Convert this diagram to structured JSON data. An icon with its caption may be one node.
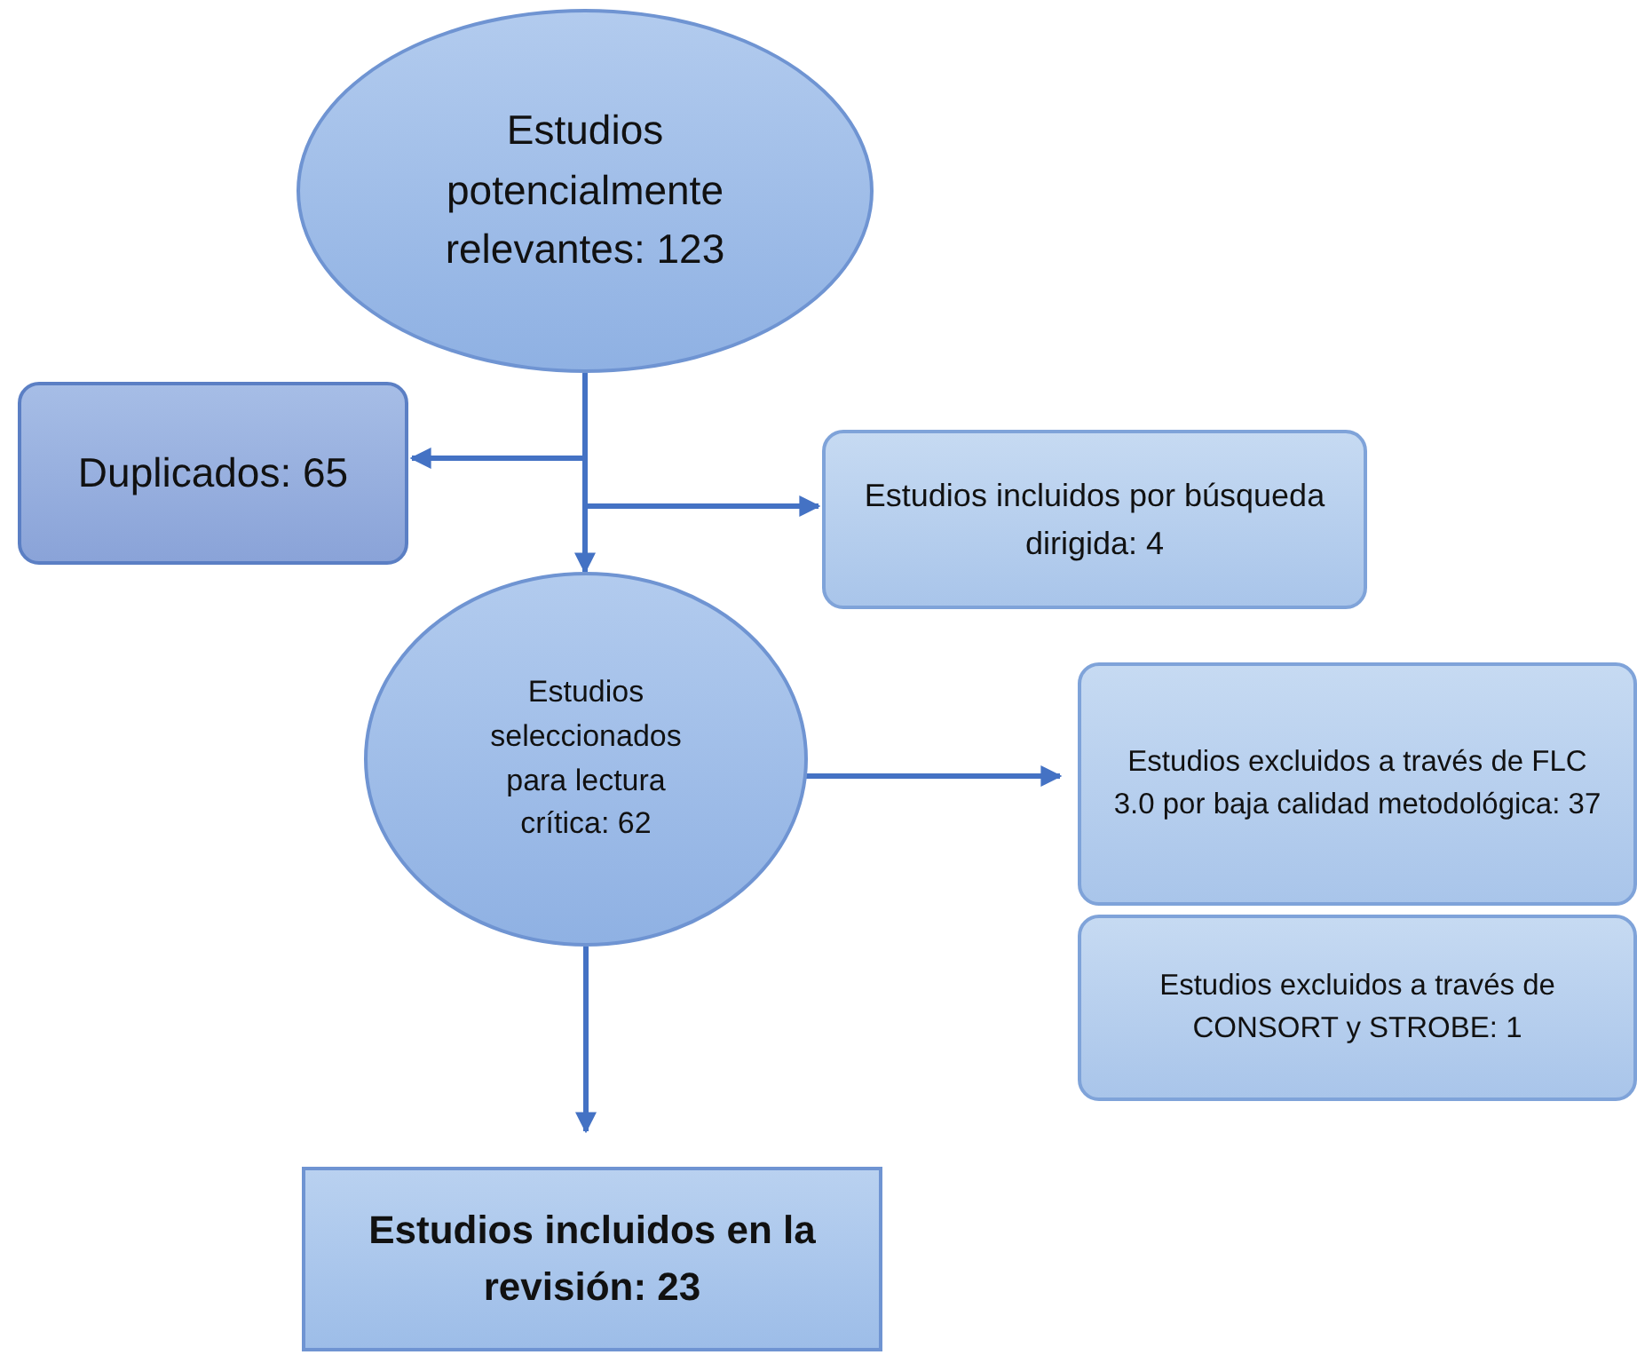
{
  "diagram": {
    "nodes": [
      {
        "text": [
          "Estudios potencialmente relevantes: 123"
        ]
      },
      {
        "text": [
          "Duplicados: 65"
        ]
      },
      {
        "text": [
          "Estudios incluidos por búsqueda dirigida: 4"
        ]
      },
      {
        "text": [
          "Estudios seleccionados para lectura crítica: 62"
        ]
      },
      {
        "text": [
          "Estudios excluidos a través de FLC 3.0 por baja calidad metodológica: 37"
        ]
      },
      {
        "text": [
          "Estudios excluidos a través de CONSORT y STROBE: 1"
        ]
      },
      {
        "text": [
          "Estudios incluidos en la revisión: 23"
        ]
      }
    ],
    "edges": [
      {
        "from": 0,
        "to": 3,
        "arrow": "to"
      },
      {
        "from": 0,
        "to": 1,
        "arrow": "to"
      },
      {
        "from": 0,
        "to": 2,
        "arrow": "to"
      },
      {
        "from": 3,
        "to": 4,
        "arrow": "to"
      },
      {
        "from": 3,
        "to": 6,
        "arrow": "to"
      }
    ]
  }
}
